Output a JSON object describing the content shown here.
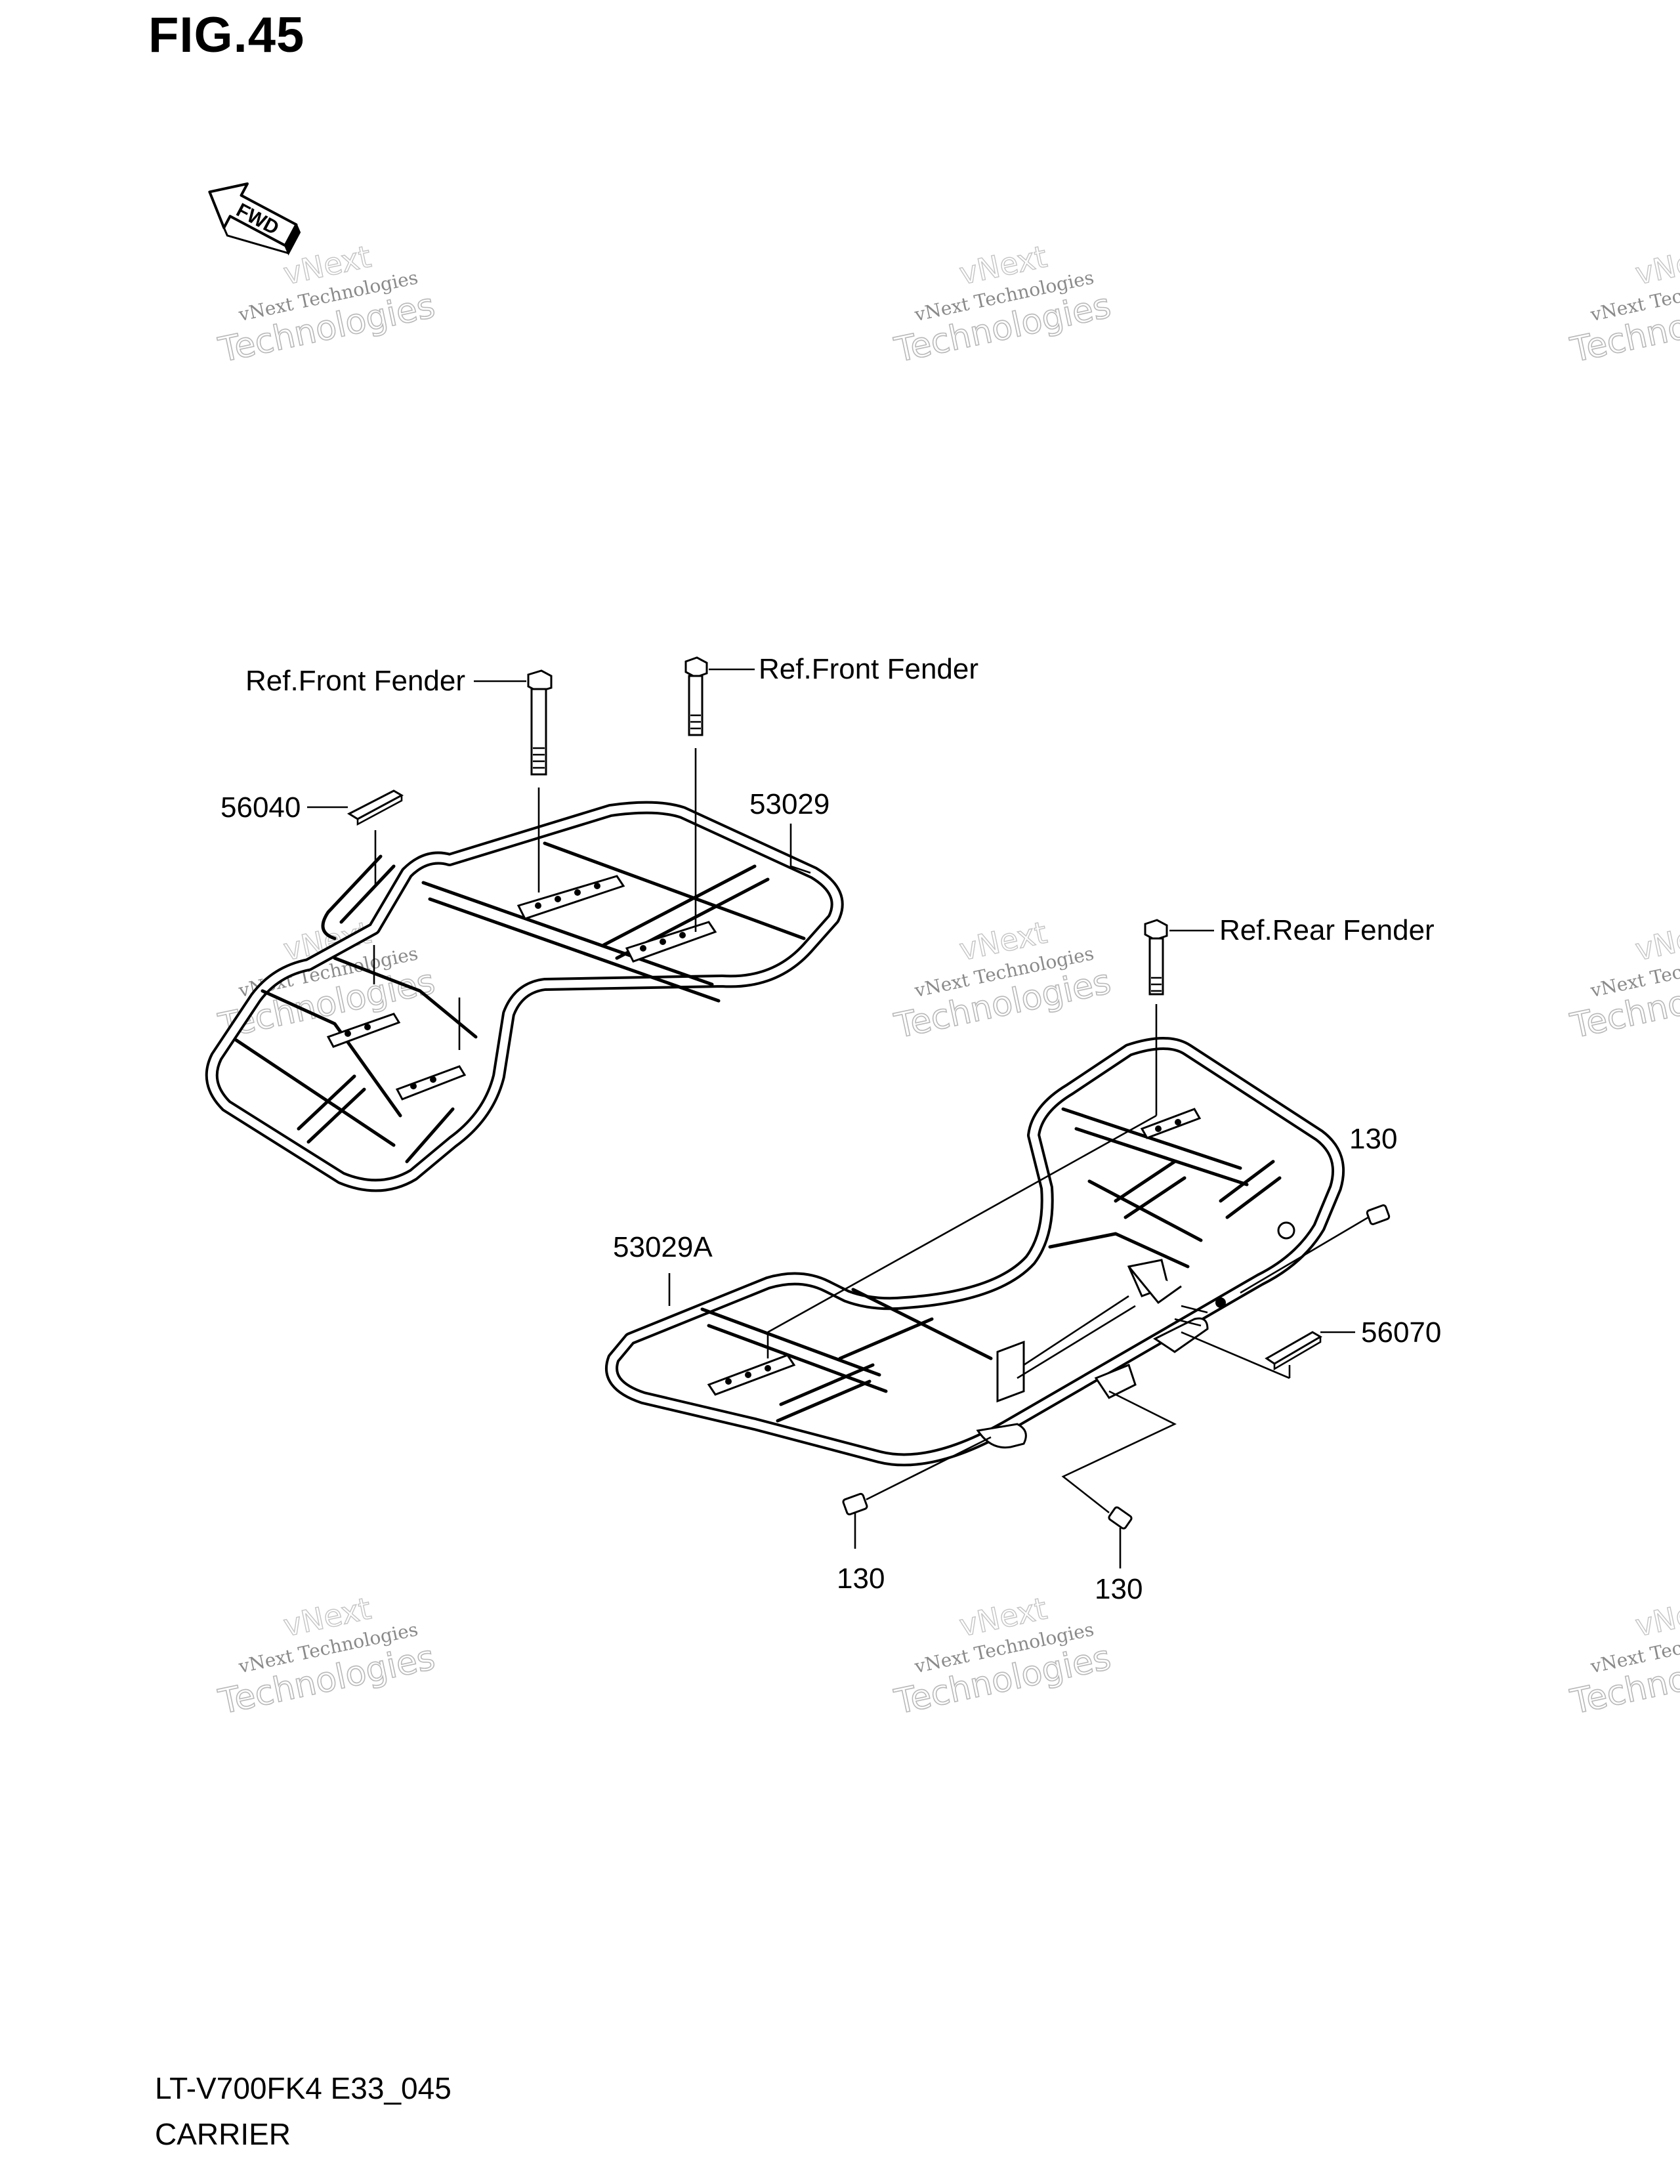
{
  "figure_title": "FIG.45",
  "fwd_arrow_text": "FWD",
  "callouts": {
    "ref_front_fender_left": "Ref.Front Fender",
    "ref_front_fender_right": "Ref.Front Fender",
    "ref_rear_fender": "Ref.Rear Fender",
    "part_56040": "56040",
    "part_53029": "53029",
    "part_53029A": "53029A",
    "part_56070": "56070",
    "part_130_right": "130",
    "part_130_bottom_left": "130",
    "part_130_bottom_right": "130"
  },
  "watermark": {
    "line1": "vNext Technologies",
    "line2": "Technologies",
    "line0": "vNext"
  },
  "caption": {
    "model_code": "LT-V700FK4 E33_045",
    "section_name": "CARRIER"
  }
}
